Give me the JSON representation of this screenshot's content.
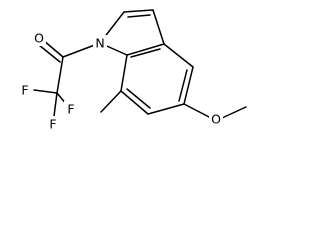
{
  "molecule": {
    "atoms": {
      "N": "N",
      "O_carbonyl": "O",
      "O_methoxy": "O",
      "F1": "F",
      "F2": "F",
      "F3": "F"
    }
  }
}
